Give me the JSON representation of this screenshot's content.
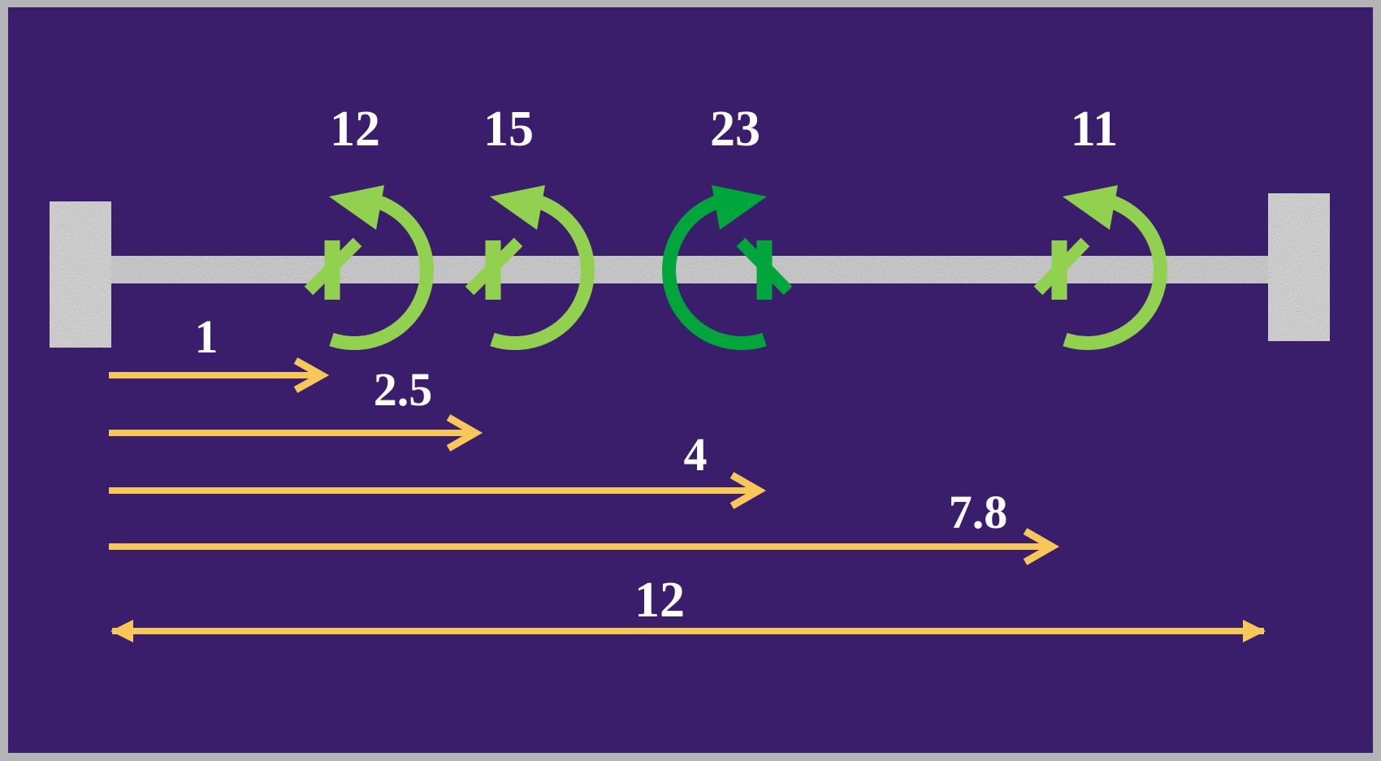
{
  "colors": {
    "background": "#3a1e6b",
    "frame": "#b4b4b8",
    "beam": "#b9b9b9",
    "support": "#c2c2c2",
    "moment_light": "#92d050",
    "moment_dark": "#00a63c",
    "dimension": "#f7c75a",
    "label": "#ffffff"
  },
  "moments": [
    {
      "value": "12",
      "direction": "counterclockwise",
      "color": "moment_light"
    },
    {
      "value": "15",
      "direction": "counterclockwise",
      "color": "moment_light"
    },
    {
      "value": "23",
      "direction": "clockwise",
      "color": "moment_dark"
    },
    {
      "value": "11",
      "direction": "counterclockwise",
      "color": "moment_light"
    }
  ],
  "distances": [
    {
      "value": "1",
      "type": "single"
    },
    {
      "value": "2.5",
      "type": "single"
    },
    {
      "value": "4",
      "type": "single"
    },
    {
      "value": "7.8",
      "type": "single"
    },
    {
      "value": "12",
      "type": "double"
    }
  ]
}
